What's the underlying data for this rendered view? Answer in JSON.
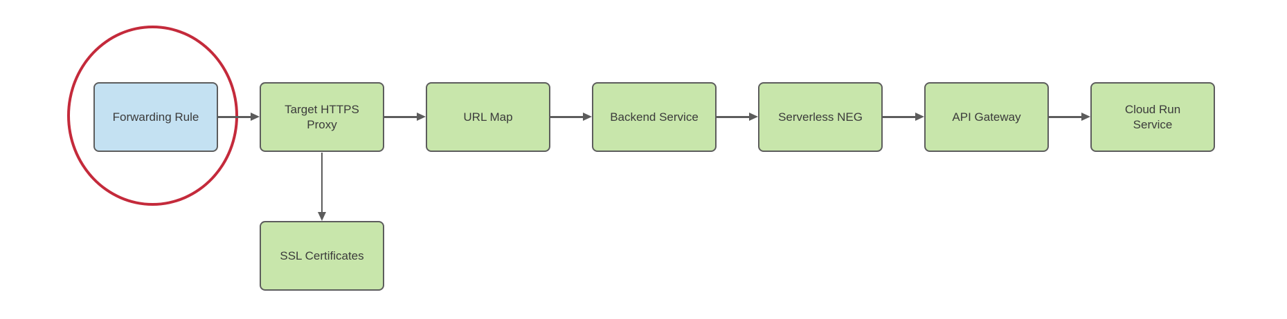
{
  "diagram": {
    "colors": {
      "canvas_bg": "#ffffff",
      "node_green": "#c8e6ab",
      "node_blue": "#c4e1f2",
      "node_border": "#5c5c5c",
      "node_text": "#3b3b3b",
      "connector": "#5c5c5c",
      "highlight_red": "#c42a3b"
    },
    "nodes": [
      {
        "id": "forwarding-rule",
        "label": "Forwarding Rule",
        "fill": "blue",
        "highlighted": true
      },
      {
        "id": "target-https-proxy",
        "label": "Target HTTPS Proxy",
        "fill": "green",
        "highlighted": false
      },
      {
        "id": "url-map",
        "label": "URL Map",
        "fill": "green",
        "highlighted": false
      },
      {
        "id": "backend-service",
        "label": "Backend Service",
        "fill": "green",
        "highlighted": false
      },
      {
        "id": "serverless-neg",
        "label": "Serverless NEG",
        "fill": "green",
        "highlighted": false
      },
      {
        "id": "api-gateway",
        "label": "API Gateway",
        "fill": "green",
        "highlighted": false
      },
      {
        "id": "cloud-run-service",
        "label": "Cloud Run Service",
        "fill": "green",
        "highlighted": false
      },
      {
        "id": "ssl-certificates",
        "label": "SSL Certificates",
        "fill": "green",
        "highlighted": false
      }
    ],
    "edges": [
      {
        "from": "forwarding-rule",
        "to": "target-https-proxy",
        "direction": "right"
      },
      {
        "from": "target-https-proxy",
        "to": "url-map",
        "direction": "right"
      },
      {
        "from": "url-map",
        "to": "backend-service",
        "direction": "right"
      },
      {
        "from": "backend-service",
        "to": "serverless-neg",
        "direction": "right"
      },
      {
        "from": "serverless-neg",
        "to": "api-gateway",
        "direction": "right"
      },
      {
        "from": "api-gateway",
        "to": "cloud-run-service",
        "direction": "right"
      },
      {
        "from": "target-https-proxy",
        "to": "ssl-certificates",
        "direction": "down"
      }
    ],
    "annotations": [
      {
        "type": "ellipse-highlight",
        "around": "forwarding-rule"
      }
    ]
  }
}
